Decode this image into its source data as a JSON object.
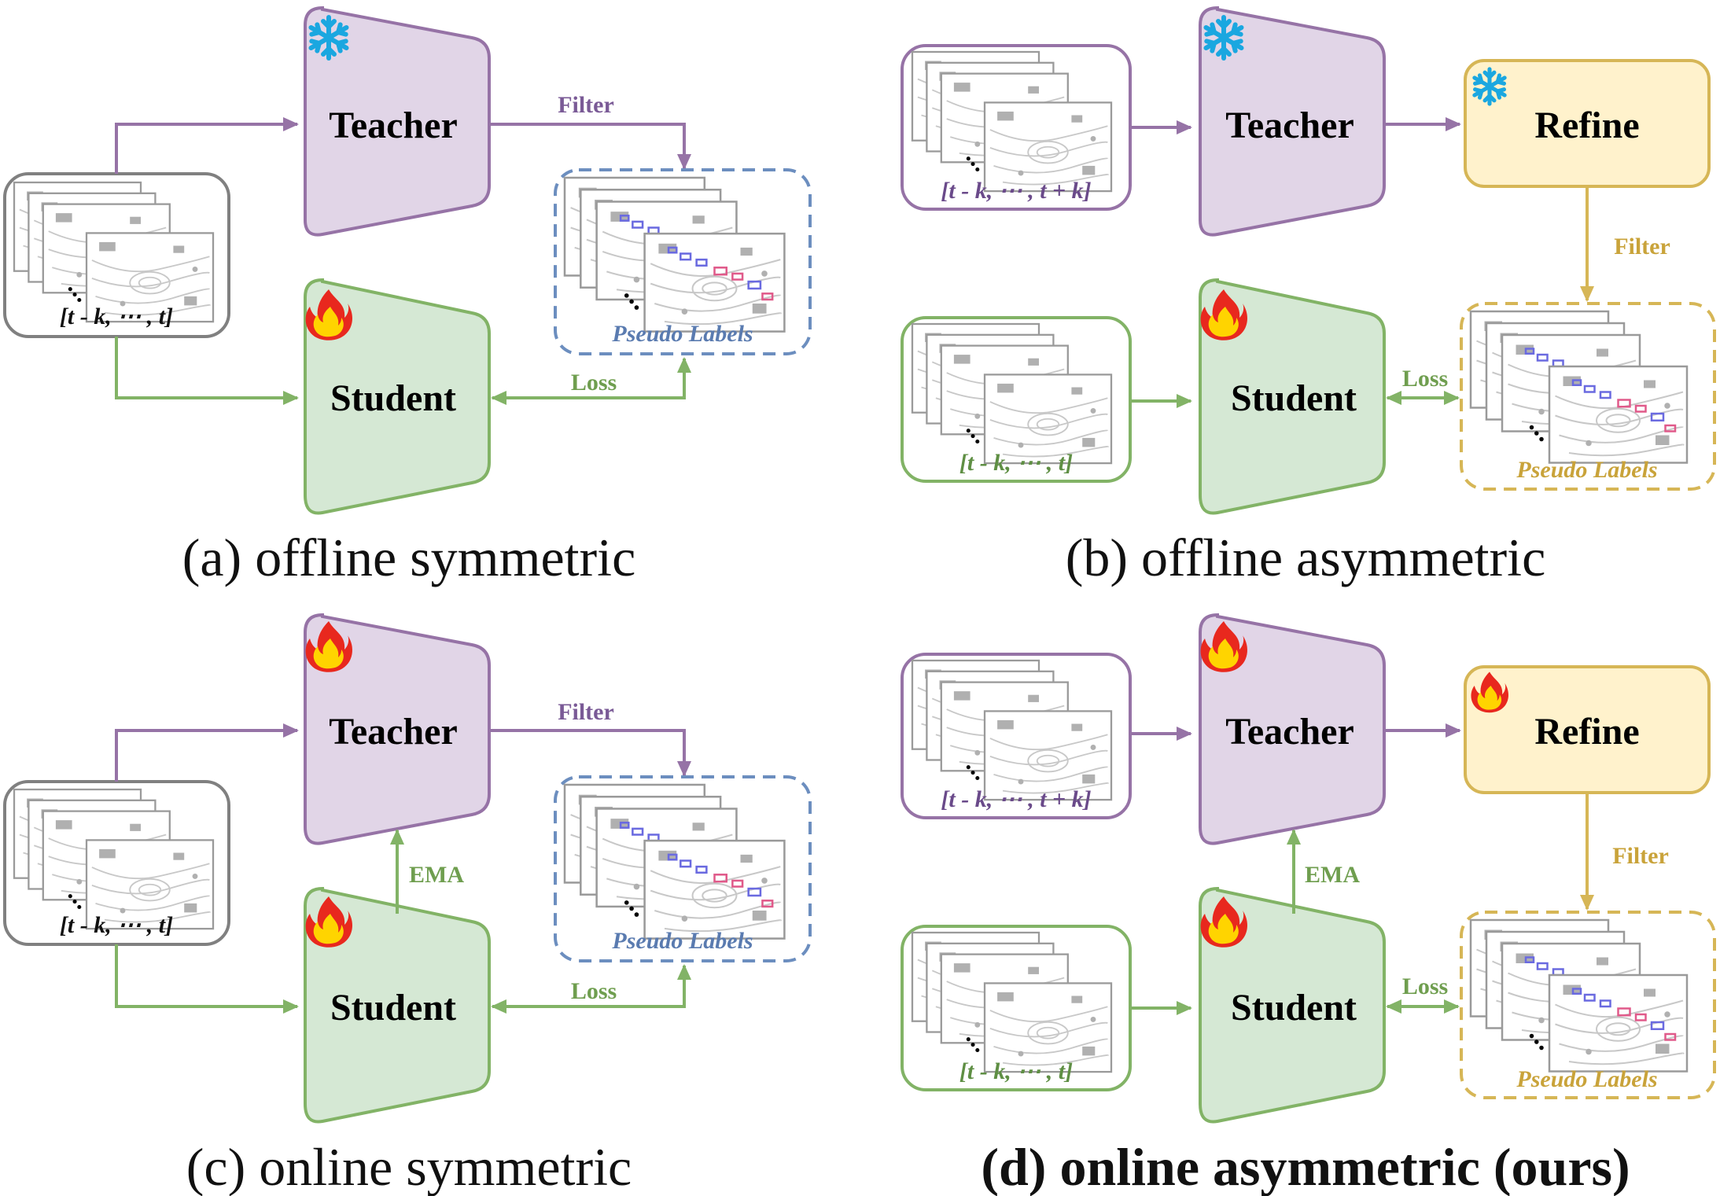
{
  "colors": {
    "teacher_fill": "#e1d5e7",
    "teacher_stroke": "#9673a6",
    "student_fill": "#d5e8d4",
    "student_stroke": "#82b366",
    "refine_fill": "#fff2cc",
    "refine_stroke": "#d6b656",
    "gray_stroke": "#808080",
    "blue_dashed": "#6c8ebf",
    "purple_text": "#7a5a96",
    "green_text": "#6f9e4f",
    "gold_text": "#c9a33a",
    "blue_text": "#5a7bb0",
    "snowflake": "#1aa7e0",
    "flame_outer": "#e8281e",
    "flame_inner": "#ffd400"
  },
  "icons": {
    "frozen": "snowflake-icon",
    "trainable": "flame-icon",
    "lidar_frames": "lidar-frames-icon"
  },
  "panels": {
    "a": {
      "caption": "(a) offline symmetric",
      "teacher": "Teacher",
      "student": "Student",
      "teacher_state": "frozen",
      "student_state": "trainable",
      "input_label": "[t - k, ⋯ , t]",
      "filter": "Filter",
      "loss": "Loss",
      "pseudo_labels": "Pseudo Labels"
    },
    "b": {
      "caption": "(b) offline asymmetric",
      "teacher": "Teacher",
      "student": "Student",
      "refine": "Refine",
      "teacher_state": "frozen",
      "refine_state": "frozen",
      "student_state": "trainable",
      "teacher_input_label": "[t - k, ⋯ , t + k]",
      "student_input_label": "[t - k, ⋯ , t]",
      "filter": "Filter",
      "loss": "Loss",
      "pseudo_labels": "Pseudo Labels"
    },
    "c": {
      "caption": "(c) online symmetric",
      "teacher": "Teacher",
      "student": "Student",
      "teacher_state": "trainable",
      "student_state": "trainable",
      "input_label": "[t - k, ⋯ , t]",
      "filter": "Filter",
      "loss": "Loss",
      "ema": "EMA",
      "pseudo_labels": "Pseudo Labels"
    },
    "d": {
      "caption": "(d) online asymmetric (ours)",
      "teacher": "Teacher",
      "student": "Student",
      "refine": "Refine",
      "teacher_state": "trainable",
      "refine_state": "trainable",
      "student_state": "trainable",
      "teacher_input_label": "[t - k, ⋯ , t + k]",
      "student_input_label": "[t - k, ⋯ , t]",
      "filter": "Filter",
      "loss": "Loss",
      "ema": "EMA",
      "pseudo_labels": "Pseudo Labels"
    }
  }
}
